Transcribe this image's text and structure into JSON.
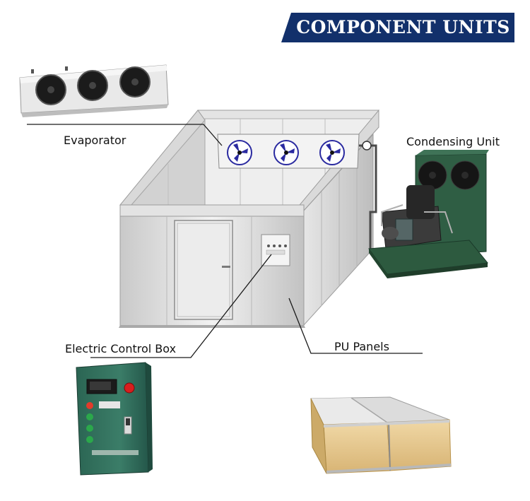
{
  "title": "COMPONENT UNITS",
  "labels": {
    "evaporator": "Evaporator",
    "condensing_unit": "Condensing Unit",
    "electric_control_box": "Electric Control Box",
    "pu_panels": "PU Panels"
  },
  "colors": {
    "banner": "#12306b",
    "panel_steel": "#d7d7d7",
    "control_box_green": "#2e6a57",
    "condenser_green": "#2d5a3f",
    "fan_blue": "#2a2aa0",
    "foam": "#e8c78a"
  },
  "icons": {
    "evaporator": "evaporator-icon",
    "condensing_unit": "condensing-unit-icon",
    "control_box": "control-box-icon",
    "pu_panels": "pu-panels-icon",
    "cold_room": "cold-room-icon"
  }
}
